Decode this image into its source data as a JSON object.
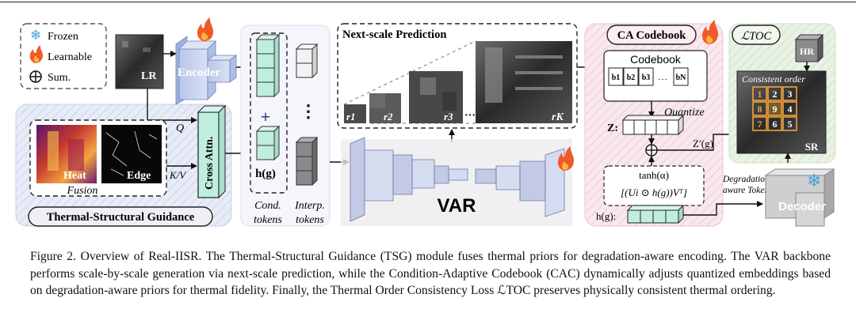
{
  "legend": {
    "items": [
      {
        "label": "Frozen",
        "icon": "snowflake-icon"
      },
      {
        "label": "Learnable",
        "icon": "flame-icon"
      },
      {
        "label": "Sum.",
        "icon": "circled-plus-icon"
      }
    ]
  },
  "tsg": {
    "lr_label": "LR",
    "encoder_label": "Encoder",
    "q_label": "Q",
    "kv_label": "K/V",
    "cross_attn_label": "Cross Attn.",
    "heat_label": "Heat",
    "edge_label": "Edge",
    "fusion_label": "Fusion",
    "panel_title": "Thermal-Structural Guidance"
  },
  "tokens": {
    "plus": "+",
    "h_label": "h(g)",
    "ellipsis": "⋮",
    "cond_label_1": "Cond.",
    "cond_label_2": "tokens",
    "interp_label_1": "Interp.",
    "interp_label_2": "tokens"
  },
  "nsp": {
    "title": "Next-scale Prediction",
    "r_labels": [
      "r1",
      "r2",
      "r3",
      "rK"
    ],
    "dots": "···",
    "var_label": "VAR"
  },
  "cac": {
    "title": "CA Codebook",
    "codebook_label": "Codebook",
    "entries": [
      "b1",
      "b2",
      "b3",
      "…",
      "bN"
    ],
    "quantize_label": "Quantize",
    "z_label": "Z:",
    "zprime_label": "Z′(g)",
    "tanh_label": "tanh(α)",
    "formula": "[(Ui ⊙ h(g))Vᵀ]",
    "hg_label": "h(g):",
    "degradation_label_1": "Degradation-",
    "degradation_label_2": "aware Tokens"
  },
  "toc": {
    "title": "ℒTOC",
    "hr_label": "HR",
    "consistent_label": "Consistent order",
    "grid_numbers": [
      "1",
      "2",
      "3",
      "8",
      "9",
      "4",
      "7",
      "6",
      "5"
    ],
    "sr_label": "SR",
    "decoder_label": "Decoder"
  },
  "caption": {
    "text": "Figure 2. Overview of Real-IISR. The Thermal-Structural Guidance (TSG) module fuses thermal priors for degradation-aware encoding. The VAR backbone performs scale-by-scale generation via next-scale prediction, while the Condition-Adaptive Codebook (CAC) dynamically adjusts quantized embeddings based on degradation-aware priors for thermal fidelity. Finally, the Thermal Order Consistency Loss ℒTOC preserves physically consistent thermal ordering."
  },
  "colors": {
    "token_green": "#bfeedd",
    "encoder_blue": "#c9d5ee",
    "toc_bg": "#e6f0e2",
    "cac_bg": "#f8e6ee",
    "tsg_bg": "#e5eaf6",
    "grid_orange": "#f2a23b"
  }
}
